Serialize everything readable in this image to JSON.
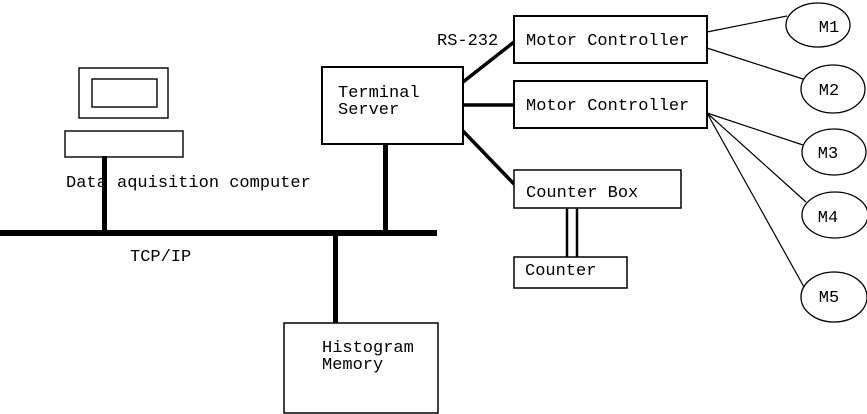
{
  "diagram": {
    "computer": {
      "label": "Data aquisition computer"
    },
    "bus": {
      "label": "TCP/IP"
    },
    "serial_link": {
      "label": "RS-232"
    },
    "terminal_server": {
      "line1": "Terminal",
      "line2": "Server"
    },
    "motor_controller_1": {
      "label": "Motor Controller"
    },
    "motor_controller_2": {
      "label": "Motor Controller"
    },
    "counter_box": {
      "label": "Counter Box"
    },
    "counter": {
      "label": "Counter"
    },
    "histogram_memory": {
      "line1": "Histogram",
      "line2": "Memory"
    },
    "motors": [
      {
        "label": "M1"
      },
      {
        "label": "M2"
      },
      {
        "label": "M3"
      },
      {
        "label": "M4"
      },
      {
        "label": "M5"
      }
    ],
    "colors": {
      "stroke": "#000000",
      "background": "#ffffff",
      "box_fill": "#ffffff",
      "text": "#000000"
    }
  }
}
